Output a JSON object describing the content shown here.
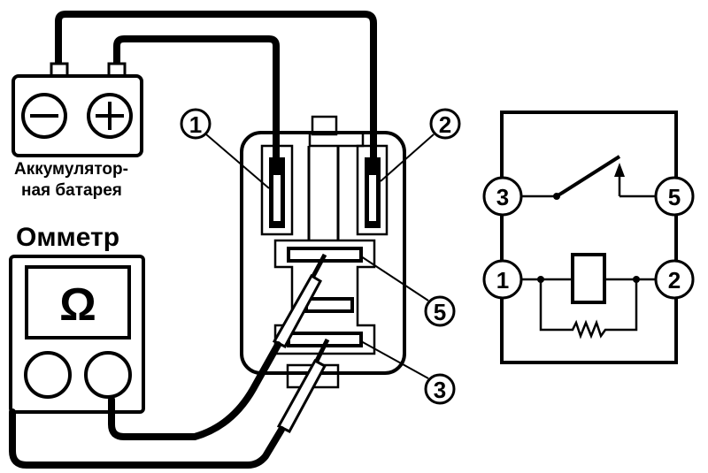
{
  "battery": {
    "label_line1": "Аккумулятор-",
    "label_line2": "ная батарея",
    "minus_symbol": "−",
    "plus_symbol": "+"
  },
  "ohmmeter": {
    "label": "Омметр",
    "symbol": "Ω"
  },
  "relay_callouts": [
    "1",
    "2",
    "5",
    "3"
  ],
  "schematic": {
    "terminal_3": "3",
    "terminal_5": "5",
    "terminal_1": "1",
    "terminal_2": "2"
  }
}
